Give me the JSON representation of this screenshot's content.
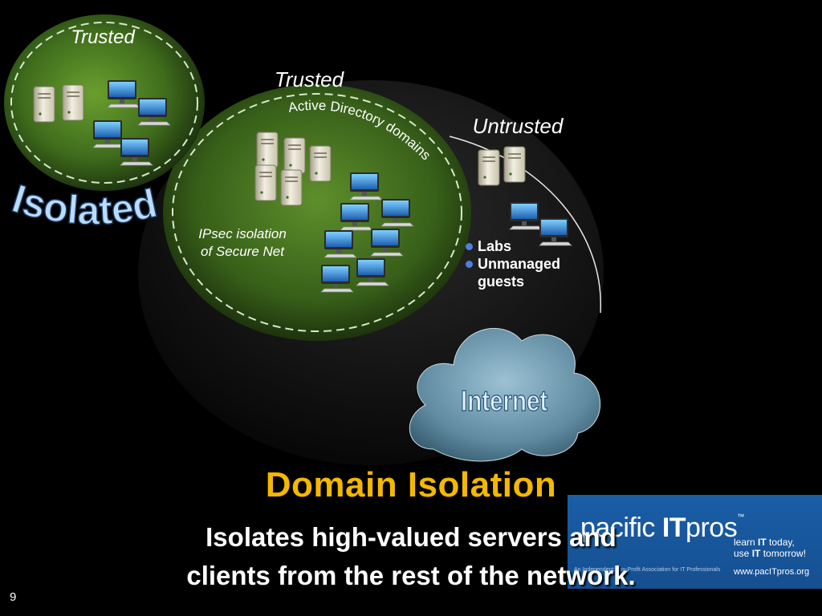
{
  "labels": {
    "trusted_small": "Trusted",
    "trusted_large": "Trusted",
    "untrusted": "Untrusted",
    "ad_domains": "Active Directory domains",
    "ipsec_line1": "IPsec isolation",
    "ipsec_line2": "of Secure Net",
    "isolated": "Isolated",
    "internet": "Internet"
  },
  "bullets": [
    "Labs",
    "Unmanaged guests"
  ],
  "title": "Domain Isolation",
  "subtitle_line1": "Isolates high-valued servers and",
  "subtitle_line2": "clients from the rest of the network.",
  "slide_number": "9",
  "logo": {
    "word1": "pacific",
    "word2": "IT",
    "word3": "pros",
    "tm": "™",
    "tag_line1_pre": "learn ",
    "tag_line1_bold": "IT",
    "tag_line1_post": " today,",
    "tag_line2_pre": "use ",
    "tag_line2_bold": "IT",
    "tag_line2_post": " tomorrow!",
    "small_text": "An Independent Non-Profit Association for IT Professionals",
    "url": "www.pacITpros.org"
  },
  "colors": {
    "title": "#f5b800",
    "trusted_green": "#5c8f2a",
    "internet_cloud": "#6f97ad",
    "isolated_text": "#b9dcff",
    "logo_bg": "#1a5ea6",
    "bullet_dot": "#4f7fe0"
  },
  "icons": [
    "server-icon",
    "monitor-icon",
    "cloud-icon"
  ]
}
